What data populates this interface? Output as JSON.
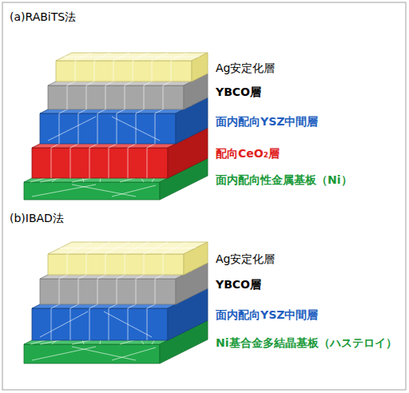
{
  "diagram": {
    "labels": [
      "(a)RABiTS法",
      "Ag安定化層",
      "YBCO層",
      "面内配向YSZ中間層",
      "配向CeO₂層",
      "面内配向性金属基板（Ni）",
      "(b)IBAD法",
      "Ag安定化層",
      "YBCO層",
      "面内配向YSZ中間層",
      "Ni基合金多結晶基板（ハステロイ）"
    ]
  }
}
